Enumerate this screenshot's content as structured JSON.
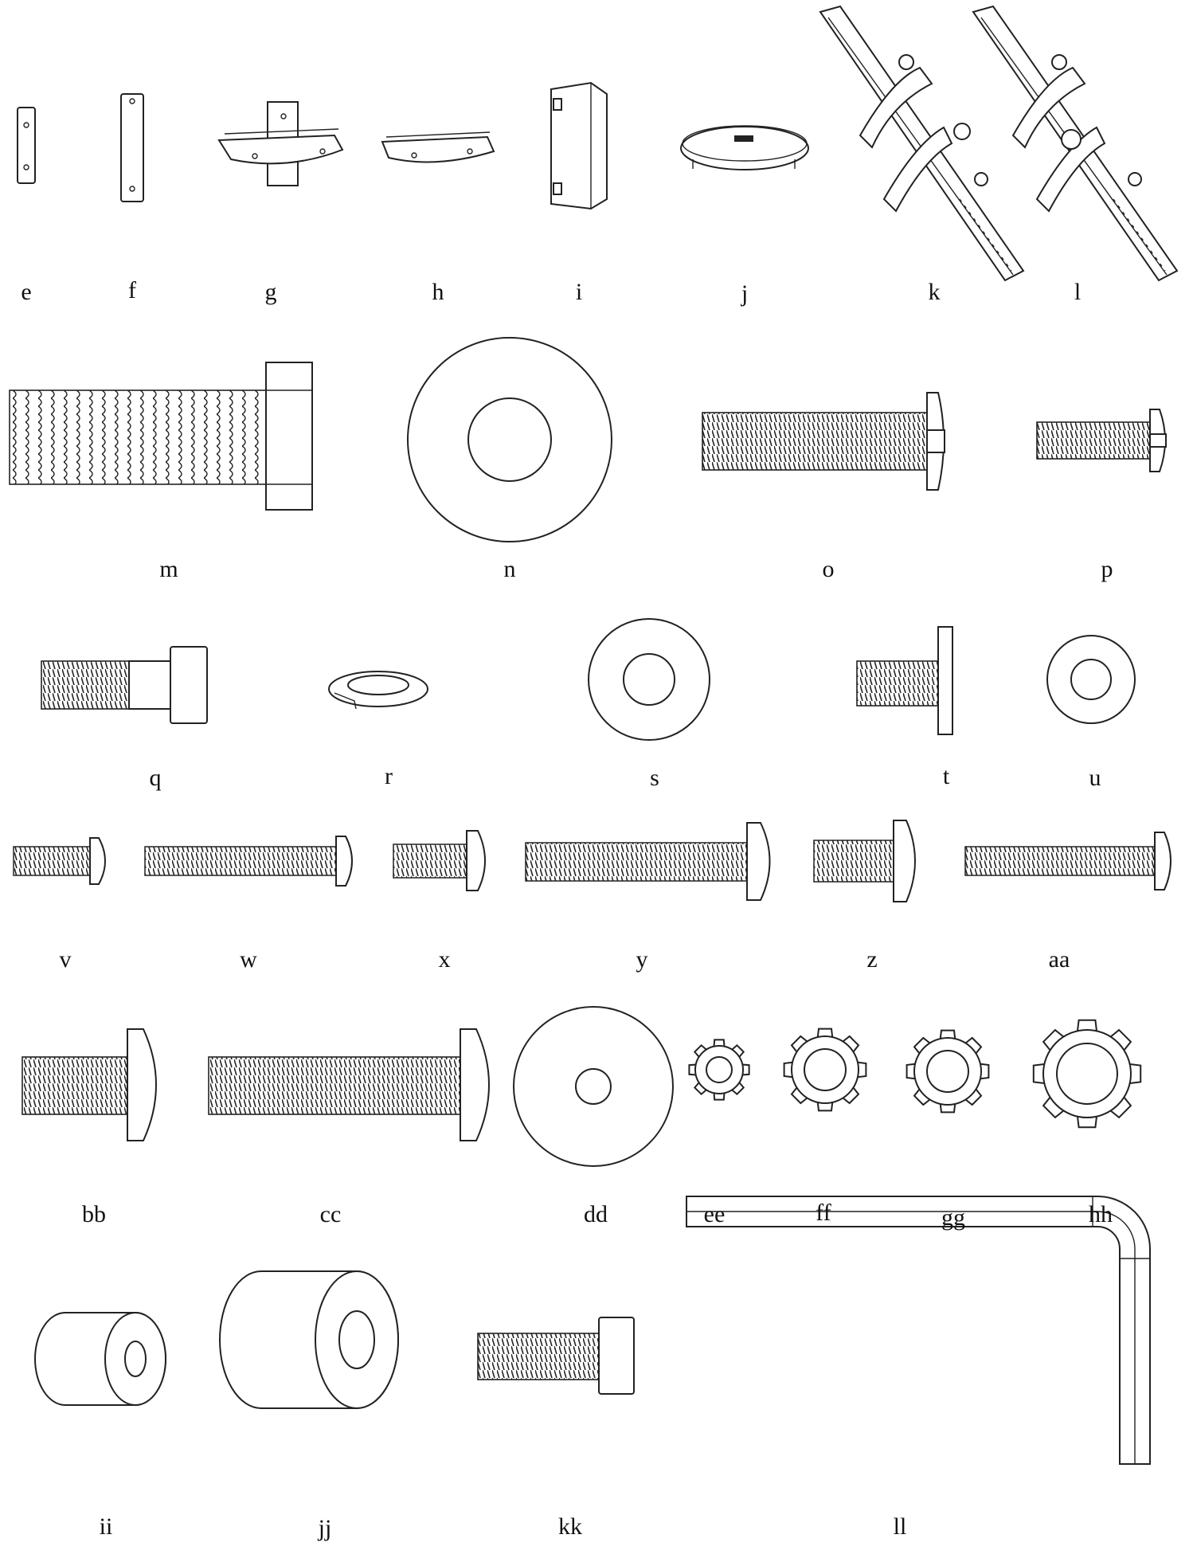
{
  "parts": [
    {
      "id": "e",
      "label": "e"
    },
    {
      "id": "f",
      "label": "f"
    },
    {
      "id": "g",
      "label": "g"
    },
    {
      "id": "h",
      "label": "h"
    },
    {
      "id": "i",
      "label": "i"
    },
    {
      "id": "j",
      "label": "j"
    },
    {
      "id": "k",
      "label": "k"
    },
    {
      "id": "l",
      "label": "l"
    },
    {
      "id": "m",
      "label": "m"
    },
    {
      "id": "n",
      "label": "n"
    },
    {
      "id": "o",
      "label": "o"
    },
    {
      "id": "p",
      "label": "p"
    },
    {
      "id": "q",
      "label": "q"
    },
    {
      "id": "r",
      "label": "r"
    },
    {
      "id": "s",
      "label": "s"
    },
    {
      "id": "t",
      "label": "t"
    },
    {
      "id": "u",
      "label": "u"
    },
    {
      "id": "v",
      "label": "v"
    },
    {
      "id": "w",
      "label": "w"
    },
    {
      "id": "x",
      "label": "x"
    },
    {
      "id": "y",
      "label": "y"
    },
    {
      "id": "z",
      "label": "z"
    },
    {
      "id": "aa",
      "label": "aa"
    },
    {
      "id": "bb",
      "label": "bb"
    },
    {
      "id": "cc",
      "label": "cc"
    },
    {
      "id": "dd",
      "label": "dd"
    },
    {
      "id": "ee",
      "label": "ee"
    },
    {
      "id": "ff",
      "label": "ff"
    },
    {
      "id": "gg",
      "label": "gg"
    },
    {
      "id": "hh",
      "label": "hh"
    },
    {
      "id": "ii",
      "label": "ii"
    },
    {
      "id": "jj",
      "label": "jj"
    },
    {
      "id": "kk",
      "label": "kk"
    },
    {
      "id": "ll",
      "label": "ll"
    }
  ]
}
